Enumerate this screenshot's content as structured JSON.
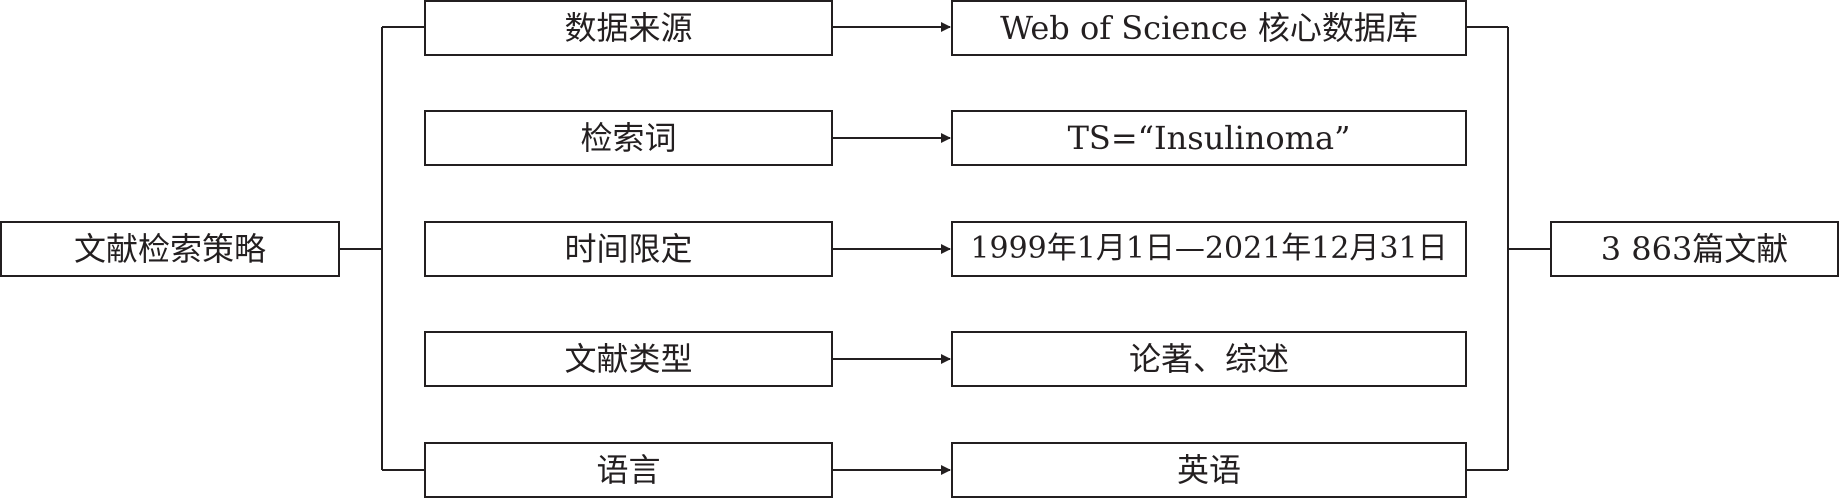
{
  "diagram": {
    "root": "文献检索策略",
    "result": "3 863篇文献",
    "rows": [
      {
        "category": "数据来源",
        "value": "Web of Science 核心数据库"
      },
      {
        "category": "检索词",
        "value": "TS=“Insulinoma”"
      },
      {
        "category": "时间限定",
        "value": "1999年1月1日—2021年12月31日"
      },
      {
        "category": "文献类型",
        "value": "论著、综述"
      },
      {
        "category": "语言",
        "value": "英语"
      }
    ]
  }
}
